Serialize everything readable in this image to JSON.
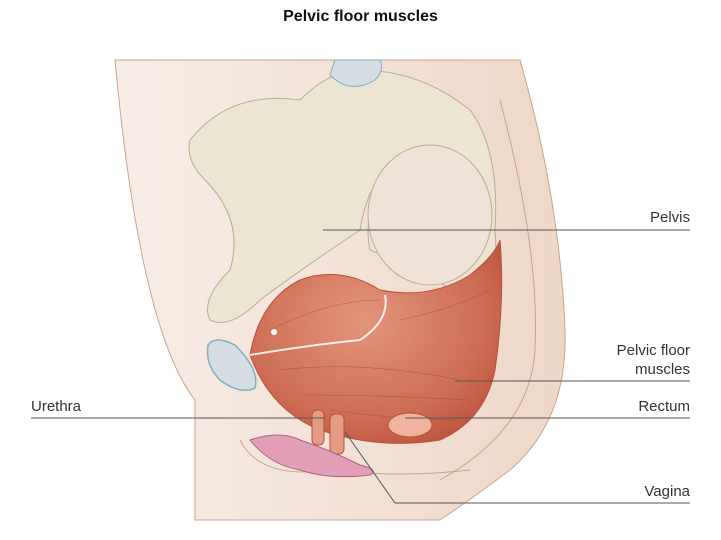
{
  "title": "Pelvic floor muscles",
  "labels": {
    "pelvis": "Pelvis",
    "pelvic_floor_line1": "Pelvic floor",
    "pelvic_floor_line2": "muscles",
    "urethra": "Urethra",
    "rectum": "Rectum",
    "vagina": "Vagina"
  },
  "colors": {
    "skin": "#f3e3d8",
    "bone": "#ece5d2",
    "muscle": "#c8614a",
    "cartilage": "#d6dde3",
    "label_line": "#555555"
  }
}
